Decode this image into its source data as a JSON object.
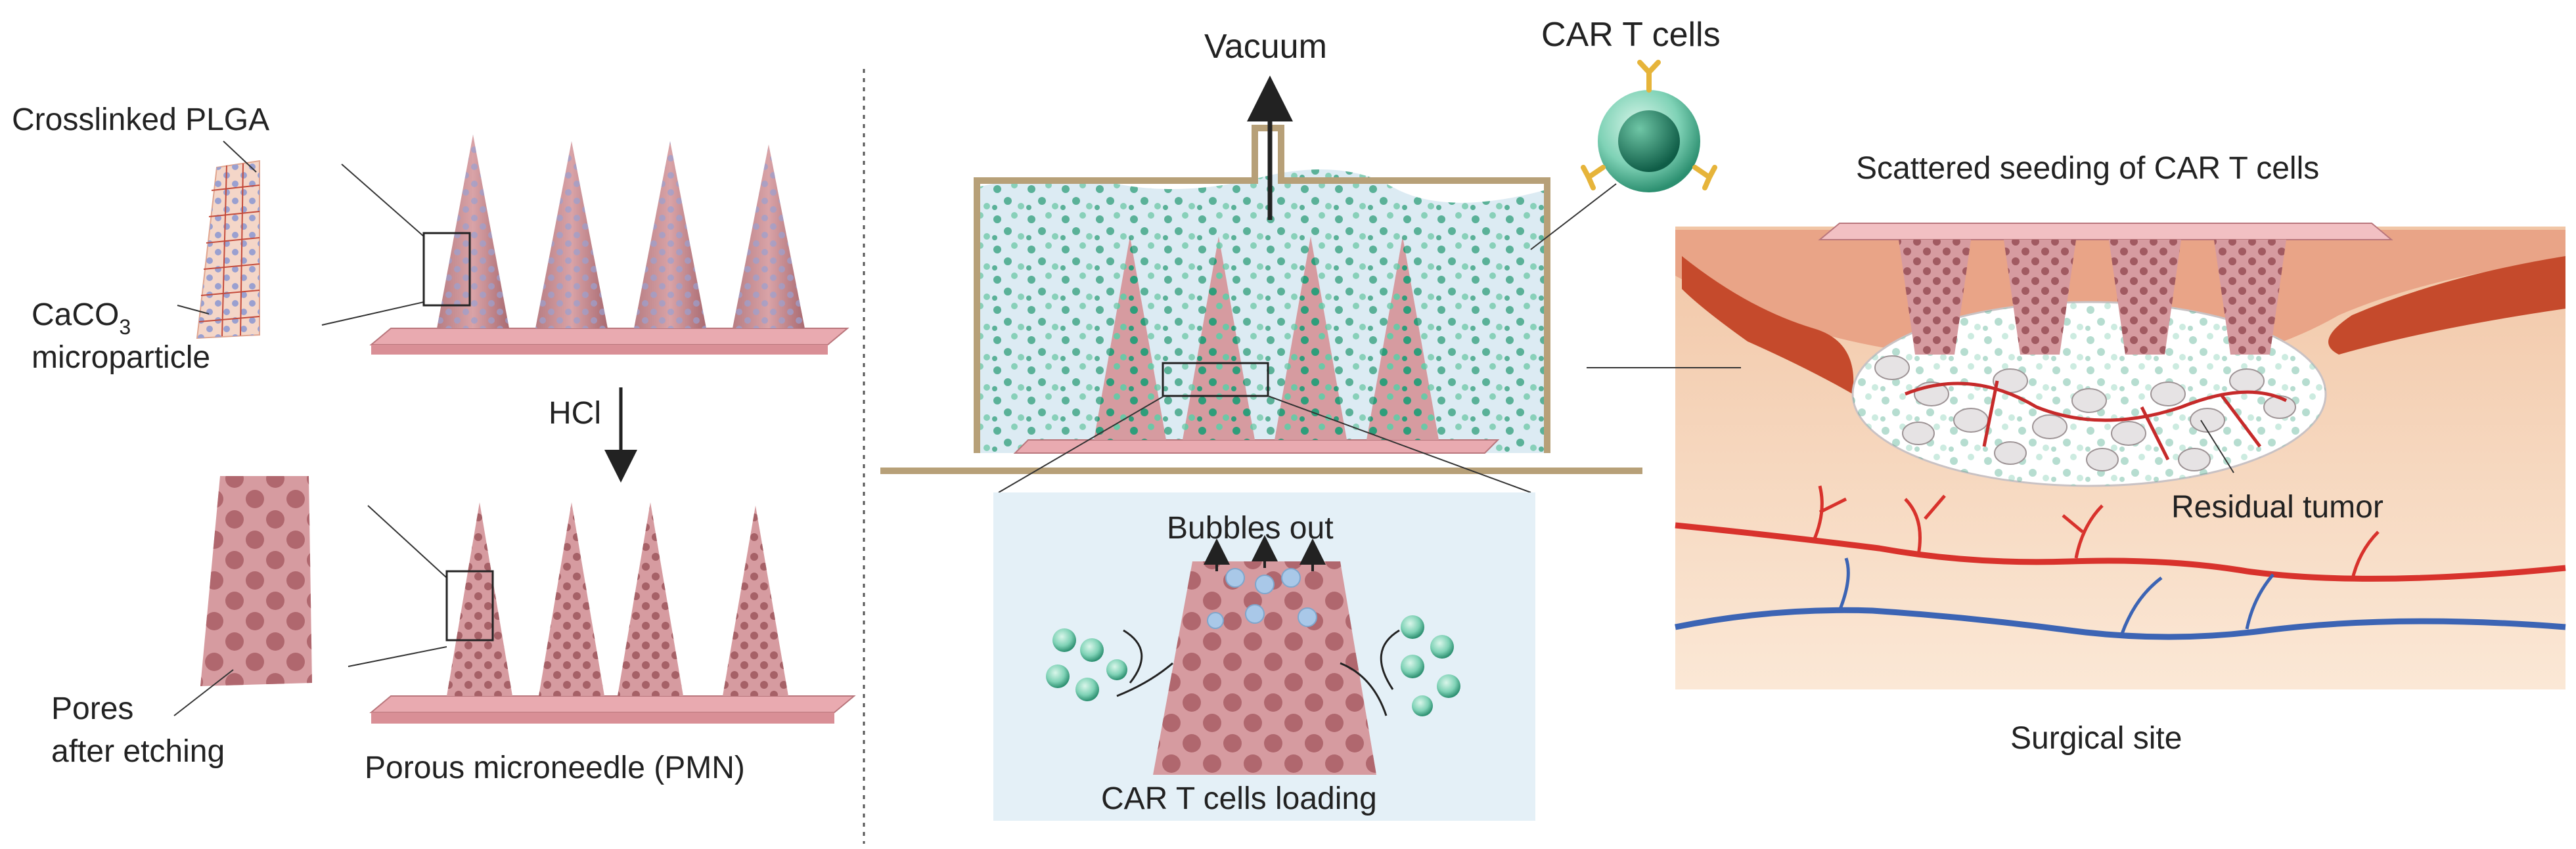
{
  "labels": {
    "crosslinked_plga": "Crosslinked PLGA",
    "caco3": "CaCO",
    "caco3_sub": "3",
    "microparticle": "microparticle",
    "hcl": "HCl",
    "pores": "Pores",
    "after_etching": "after etching",
    "porous_microneedle": "Porous microneedle (PMN)",
    "vacuum": "Vacuum",
    "car_t_cells": "CAR T cells",
    "bubbles_out": "Bubbles out",
    "car_t_loading": "CAR T cells loading",
    "scattered_seeding": "Scattered seeding of CAR T cells",
    "residual_tumor": "Residual tumor",
    "surgical_site": "Surgical site"
  },
  "colors": {
    "needle": "#c98e92",
    "needle_dark": "#a8666c",
    "pore": "#b36970",
    "plga_grid": "#c44a3a",
    "plga_bg": "#f4d6c8",
    "particle": "#9aa0d0",
    "chamber": "#b7a078",
    "fluid": "#dcebf3",
    "car_t": "#2e9d7a",
    "car_t_light": "#9fe0c8",
    "receptor": "#e6b43a",
    "bubble": "#a9c8e8",
    "skin": "#f3d2b3",
    "skin_top": "#e9a487",
    "wound": "#c54a2c",
    "artery": "#d8322c",
    "vein": "#3c64b4",
    "tumor_cell": "#e6e3e4",
    "divider": "#555555"
  }
}
